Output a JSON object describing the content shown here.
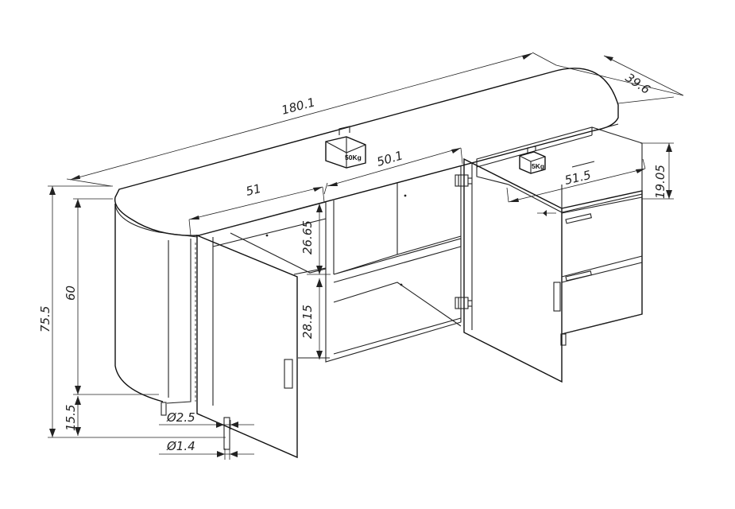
{
  "dimensions": {
    "overall_width": "180.1",
    "overall_depth": "39.6",
    "overall_height": "75.5",
    "body_height": "60",
    "leg_height": "15.5",
    "left_width": "51",
    "middle_width": "50.1",
    "right_width": "51.5",
    "drawer_height": "19.05",
    "upper_shelf_height": "26.65",
    "lower_shelf_height": "28.15",
    "leg_top_diameter": "Ø2.5",
    "leg_bottom_diameter": "Ø1.4"
  },
  "weights": {
    "top_load": "50Kg",
    "drawer_load": "5Kg"
  }
}
